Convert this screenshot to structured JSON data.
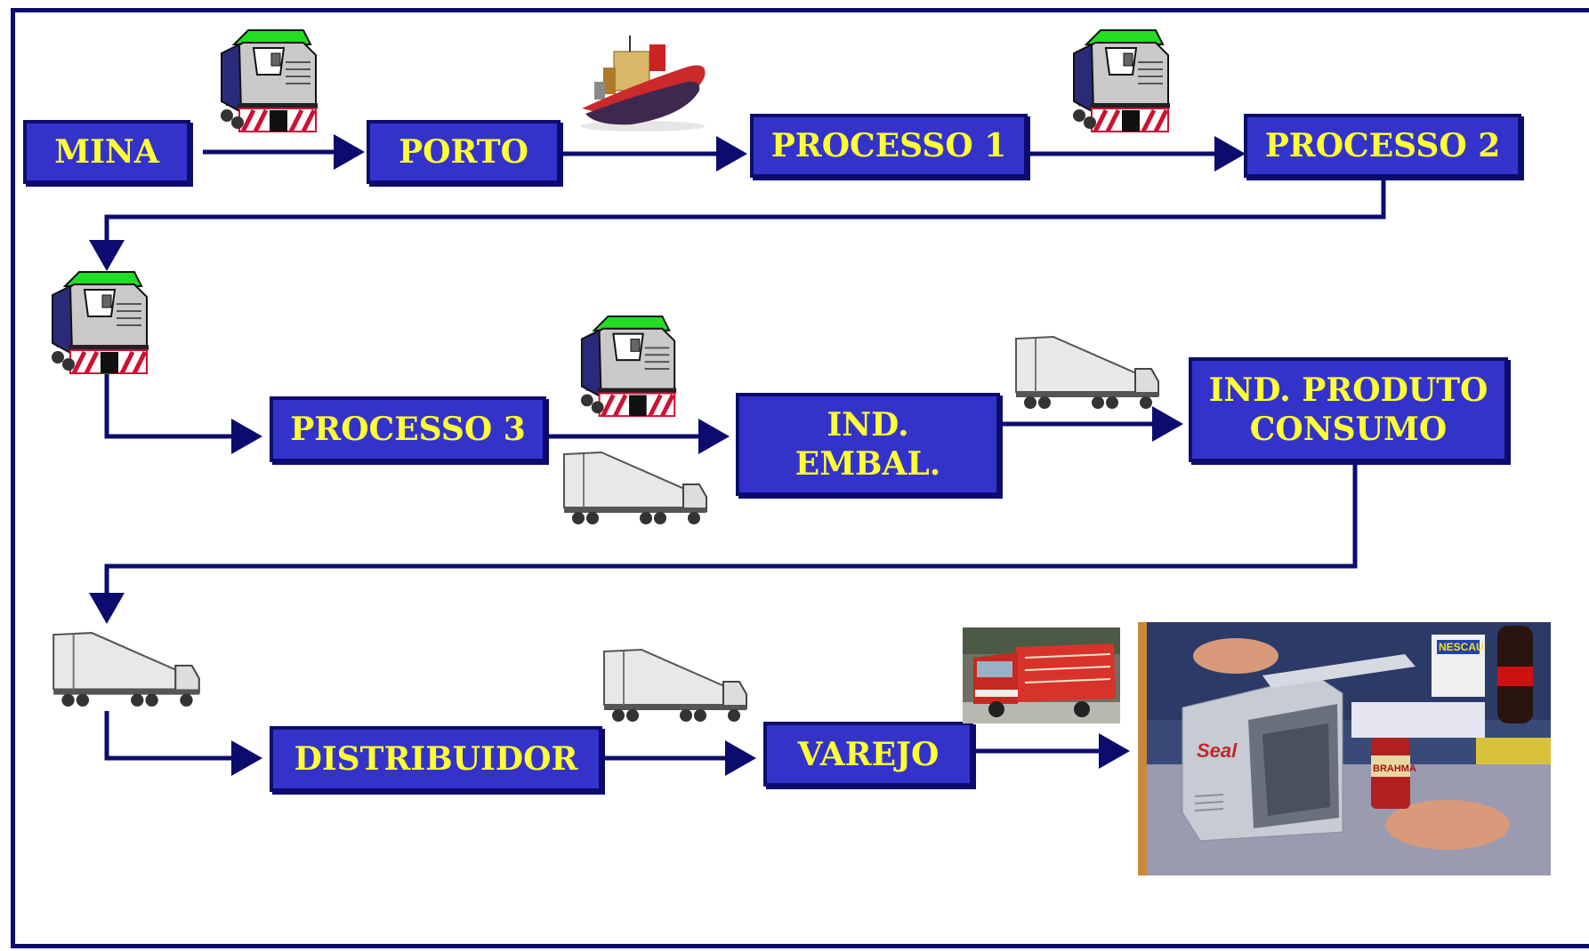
{
  "colors": {
    "box_fill": "#3333cc",
    "box_border": "#0c0c6e",
    "box_text": "#ffff33",
    "connector": "#0c0c6e",
    "frame": "#0c0c6e"
  },
  "nodes": {
    "mina": "MINA",
    "porto": "PORTO",
    "processo1": "PROCESSO 1",
    "processo2": "PROCESSO 2",
    "processo3": "PROCESSO 3",
    "ind_embal": "IND.\nEMBAL.",
    "ind_produto_consumo": "IND. PRODUTO\nCONSUMO",
    "distribuidor": "DISTRIBUIDOR",
    "varejo": "VAREJO"
  },
  "icons": {
    "train": "locomotive-icon",
    "ship": "container-ship-icon",
    "truck": "semi-truck-icon",
    "delivery_truck": "delivery-truck-photo",
    "checkout": "checkout-scanner-photo"
  },
  "photo_text": {
    "scanner_brand": "Seal",
    "cereal_box": "NESCAU",
    "can_label": "BRAHMA"
  }
}
